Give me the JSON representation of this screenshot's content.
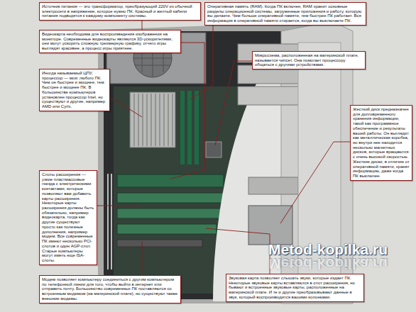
{
  "diagram": {
    "nodes": [
      {
        "text": [
          "Источник питания — это трансформатор, преобразующий 220V из обычной электросети в напряжение, которое нужно ПК. Красный и желтый кабели питания подводятся к каждому компоненту системы."
        ]
      },
      {
        "text": [
          "Оперативная память (RAM). Когда ПК включен, RAM хранит основные разделы операционной системы, загруженные приложения и работу, которую вы делаете. Чем больше оперативной памяти, тем быстрее ПК работает. Вся информация в оперативной памяти стирается, когда вы выключаете ПК."
        ]
      },
      {
        "text": [
          "Видеокарта необходима для воспроизведения изображения на мониторе. Современные видеокарты являются 3D-ускорителями, они могут ускорить сложную трехмерную графику, отчего игры выглядят красивее, а процесс игры приятнее."
        ]
      },
      {
        "text": [
          "Микросхема, расположенная на материнской плате, называется чипсет. Она помогает процессору общаться с другими устройствами."
        ]
      },
      {
        "text": [
          "Иногда называемый ЦПУ, процессор — мозг любого ПК. Чем он быстрее и мощнее, тем быстрее и мощнее ПК. В большинстве компьютеров установлен процессор Intel, но существуют и другие, например AMD или Cyrix."
        ]
      },
      {
        "text": [
          "Жесткий диск предназначен для долговременного хранения информации, такой как программное обеспечение и результаты вашей работы. Он выглядит как металлическая коробка, но внутри нее находится несколько магнитных дисков, которые вращаются с очень высокой скоростью. Жесткие диски, в отличие от оперативной памяти, хранят информацию, даже когда ПК выключен."
        ]
      },
      {
        "text": [
          "Слоты расширения — узкие пластмассовые гнезда с электрическими контактами, которые позволяют вам добавить карты расширения. Некоторые карты расширения должны быть обязательно, например видеокарта, тогда как другие существуют просто как полезные дополнения, например модем. Все современные ПК имеют несколько PCI-слотов и один AGP-слот. Старые компьютеры могут иметь еще ISA-слоты."
        ]
      },
      {
        "text": [
          "Модем позволяет компьютеру соединиться с другим компьютером по телефонной линии для того, чтобы выйти в интернет или отправить почту. Большинство современных ПК поставляются со встроенным модемом (на материнской плате), но существуют также внешние модемы."
        ]
      },
      {
        "text": [
          "Звуковая карта позволяет слышать звуки, которые издает ПК. Некоторые звуковые карты вставляются в слот расширения, но бывают и встроенные звуковые карты, расположенные на материнской плате. И те и другие преобразовывают данные в звук, который воспроизводится вашими колонками."
        ]
      }
    ],
    "labels": [
      "Metod-kopilka.ru",
      "Metod-kopilka.ru"
    ]
  }
}
